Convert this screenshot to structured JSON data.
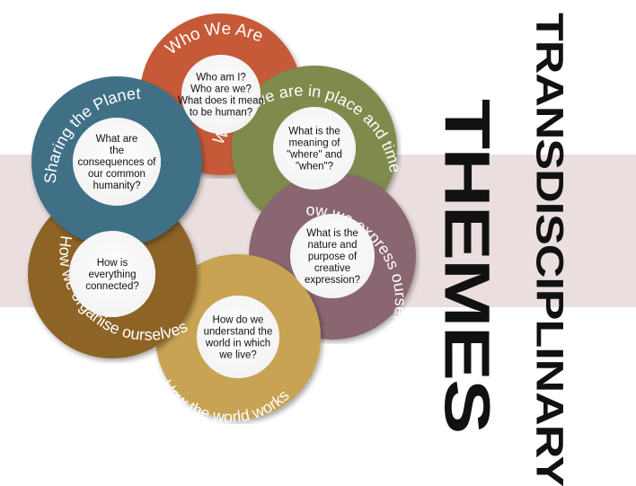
{
  "title": {
    "line1": "TRANSDISCIPLINARY",
    "line2": "THEMES"
  },
  "themes": [
    {
      "label": "Who We Are",
      "color": "#c65a38",
      "question": [
        "Who am I?",
        "Who are we?",
        "What does it mean",
        "to be human?"
      ]
    },
    {
      "label": "Where we are in place and time",
      "color": "#7f8b4d",
      "question": [
        "What is the",
        "meaning of",
        "\"where\" and",
        "\"when\"?"
      ]
    },
    {
      "label": "How we express ourselves",
      "color": "#8a6670",
      "question": [
        "What is the",
        "nature and",
        "purpose of",
        "creative",
        "expression?"
      ]
    },
    {
      "label": "How the world works",
      "color": "#c7a352",
      "question": [
        "How do we",
        "understand the",
        "world in which",
        "we live?"
      ]
    },
    {
      "label": "How we organise ourselves",
      "color": "#8d6428",
      "question": [
        "How is",
        "everything",
        "connected?"
      ]
    },
    {
      "label": "Sharing the Planet",
      "color": "#3f6f86",
      "question": [
        "What are",
        "the",
        "consequences of",
        "our common",
        "humanity?"
      ]
    }
  ]
}
